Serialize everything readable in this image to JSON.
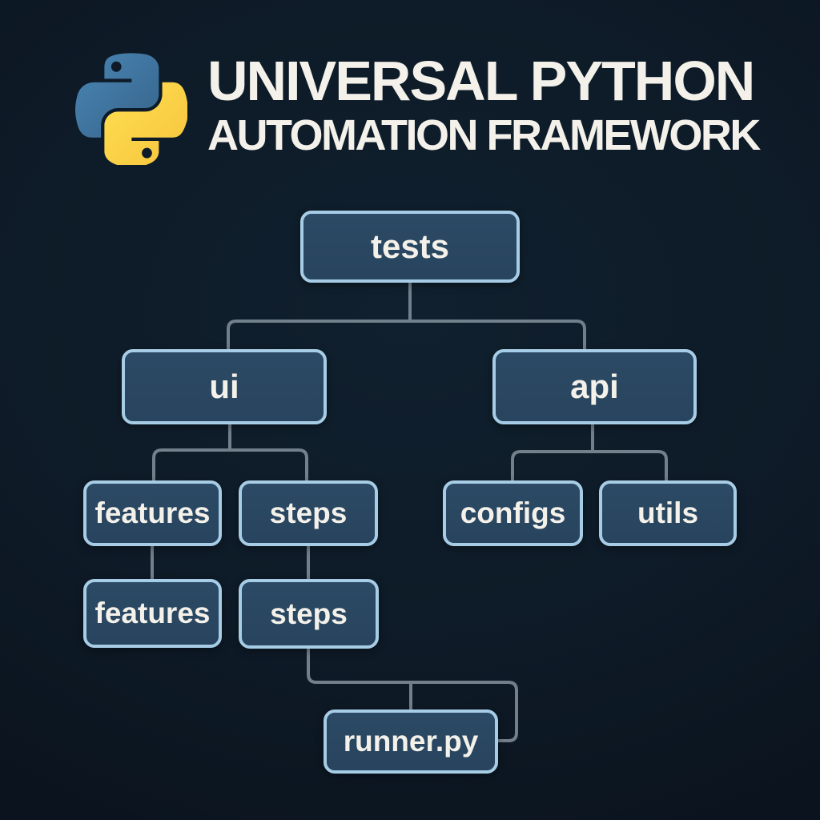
{
  "title": {
    "line1": "UNIVERSAL PYTHON",
    "line2": "AUTOMATION FRAMEWORK"
  },
  "logo": {
    "icon": "python-logo",
    "blue": "#4a86b5",
    "blue_dark": "#356389",
    "yellow": "#ffe052",
    "yellow_dark": "#f6c33c"
  },
  "colors": {
    "background": "#0e1b28",
    "box_fill": "#2c4a65",
    "box_fill_dark": "#28445e",
    "box_border": "#a7cde6",
    "connector": "#72808c",
    "text": "#f4f1ea"
  },
  "tree": {
    "nodes": [
      {
        "id": "tests",
        "label": "tests",
        "parent": null
      },
      {
        "id": "ui",
        "label": "ui",
        "parent": "tests"
      },
      {
        "id": "api",
        "label": "api",
        "parent": "tests"
      },
      {
        "id": "features",
        "label": "features",
        "parent": "ui"
      },
      {
        "id": "steps",
        "label": "steps",
        "parent": "ui"
      },
      {
        "id": "configs",
        "label": "configs",
        "parent": "api"
      },
      {
        "id": "utils",
        "label": "utils",
        "parent": "api"
      },
      {
        "id": "features2",
        "label": "features",
        "parent": "features"
      },
      {
        "id": "steps2",
        "label": "steps",
        "parent": "steps"
      },
      {
        "id": "runner",
        "label": "runner.py",
        "parent": "steps2"
      }
    ],
    "edges": [
      [
        "tests",
        "ui"
      ],
      [
        "tests",
        "api"
      ],
      [
        "ui",
        "features"
      ],
      [
        "ui",
        "steps"
      ],
      [
        "api",
        "configs"
      ],
      [
        "api",
        "utils"
      ],
      [
        "features",
        "features2"
      ],
      [
        "steps",
        "steps2"
      ],
      [
        "steps2",
        "runner"
      ]
    ]
  }
}
